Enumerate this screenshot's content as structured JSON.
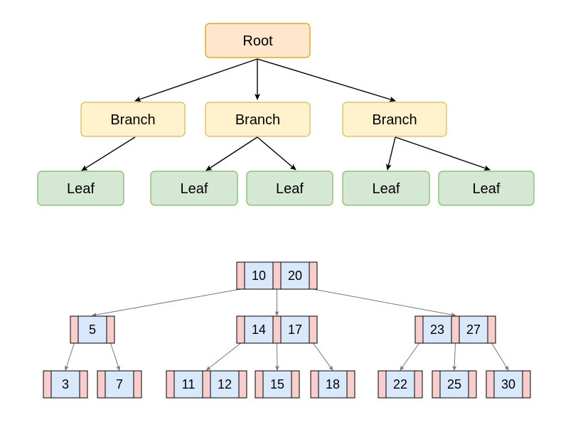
{
  "top_tree": {
    "nodes": [
      {
        "id": "root",
        "label": "Root",
        "kind": "root"
      },
      {
        "id": "b1",
        "label": "Branch",
        "kind": "branch"
      },
      {
        "id": "b2",
        "label": "Branch",
        "kind": "branch"
      },
      {
        "id": "b3",
        "label": "Branch",
        "kind": "branch"
      },
      {
        "id": "l1",
        "label": "Leaf",
        "kind": "leaf"
      },
      {
        "id": "l2",
        "label": "Leaf",
        "kind": "leaf"
      },
      {
        "id": "l3",
        "label": "Leaf",
        "kind": "leaf"
      },
      {
        "id": "l4",
        "label": "Leaf",
        "kind": "leaf"
      },
      {
        "id": "l5",
        "label": "Leaf",
        "kind": "leaf"
      }
    ],
    "edges": [
      [
        "root",
        "b1"
      ],
      [
        "root",
        "b2"
      ],
      [
        "root",
        "b3"
      ],
      [
        "b1",
        "l1"
      ],
      [
        "b2",
        "l2"
      ],
      [
        "b2",
        "l3"
      ],
      [
        "b3",
        "l4"
      ],
      [
        "b3",
        "l5"
      ]
    ]
  },
  "btree": {
    "nodes": [
      {
        "id": "n_root",
        "keys": [
          "10",
          "20"
        ]
      },
      {
        "id": "n_5",
        "keys": [
          "5"
        ]
      },
      {
        "id": "n_14_17",
        "keys": [
          "14",
          "17"
        ]
      },
      {
        "id": "n_23_27",
        "keys": [
          "23",
          "27"
        ]
      },
      {
        "id": "n_3",
        "keys": [
          "3"
        ]
      },
      {
        "id": "n_7",
        "keys": [
          "7"
        ]
      },
      {
        "id": "n_11_12",
        "keys": [
          "11",
          "12"
        ]
      },
      {
        "id": "n_15",
        "keys": [
          "15"
        ]
      },
      {
        "id": "n_18",
        "keys": [
          "18"
        ]
      },
      {
        "id": "n_22",
        "keys": [
          "22"
        ]
      },
      {
        "id": "n_25",
        "keys": [
          "25"
        ]
      },
      {
        "id": "n_30",
        "keys": [
          "30"
        ]
      }
    ],
    "edges": [
      [
        "n_root",
        0,
        "n_5"
      ],
      [
        "n_root",
        1,
        "n_14_17"
      ],
      [
        "n_root",
        2,
        "n_23_27"
      ],
      [
        "n_5",
        0,
        "n_3"
      ],
      [
        "n_5",
        1,
        "n_7"
      ],
      [
        "n_14_17",
        0,
        "n_11_12"
      ],
      [
        "n_14_17",
        1,
        "n_15"
      ],
      [
        "n_14_17",
        2,
        "n_18"
      ],
      [
        "n_23_27",
        0,
        "n_22"
      ],
      [
        "n_23_27",
        1,
        "n_25"
      ],
      [
        "n_23_27",
        2,
        "n_30"
      ]
    ]
  },
  "colors": {
    "root_fill": "#ffe6cc",
    "root_stroke": "#d79b00",
    "branch_fill": "#fff2cc",
    "branch_stroke": "#d6b656",
    "leaf_fill": "#d5e8d4",
    "leaf_stroke": "#82b366",
    "key_fill": "#dae8fc",
    "pointer_fill": "#f8cecc",
    "btree_stroke": "#000000",
    "btree_edge": "#777777",
    "tree_edge": "#000000"
  }
}
